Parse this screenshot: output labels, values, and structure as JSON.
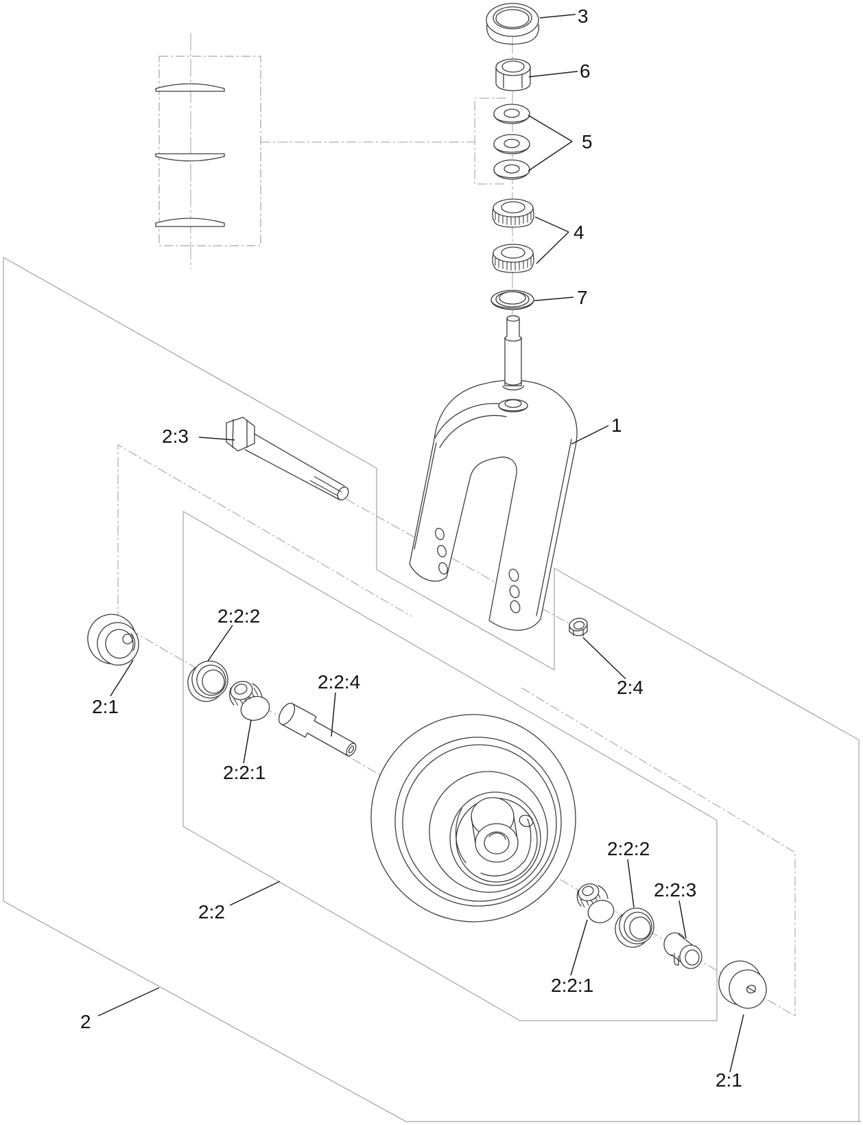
{
  "diagram": {
    "kind": "exploded-parts-diagram",
    "subject": "caster-wheel-assembly",
    "colors": {
      "background": "#ffffff",
      "part_line": "#3b3b3b",
      "reference_line": "#8f8f8f",
      "label": "#111111"
    }
  },
  "labels": {
    "fork": "1",
    "caster_assembly": "2",
    "spacer_left": "2:1",
    "spacer_right": "2:1",
    "wheel_assembly": "2:2",
    "bearing_left": "2:2:1",
    "bearing_right": "2:2:1",
    "seal_left": "2:2:2",
    "seal_right": "2:2:2",
    "bushing": "2:2:3",
    "axle_tube": "2:2:4",
    "axle_bolt": "2:3",
    "axle_nut": "2:4",
    "cap": "3",
    "bearing_pair": "4",
    "washers": "5",
    "stem_nut": "6",
    "seal_top": "7"
  }
}
